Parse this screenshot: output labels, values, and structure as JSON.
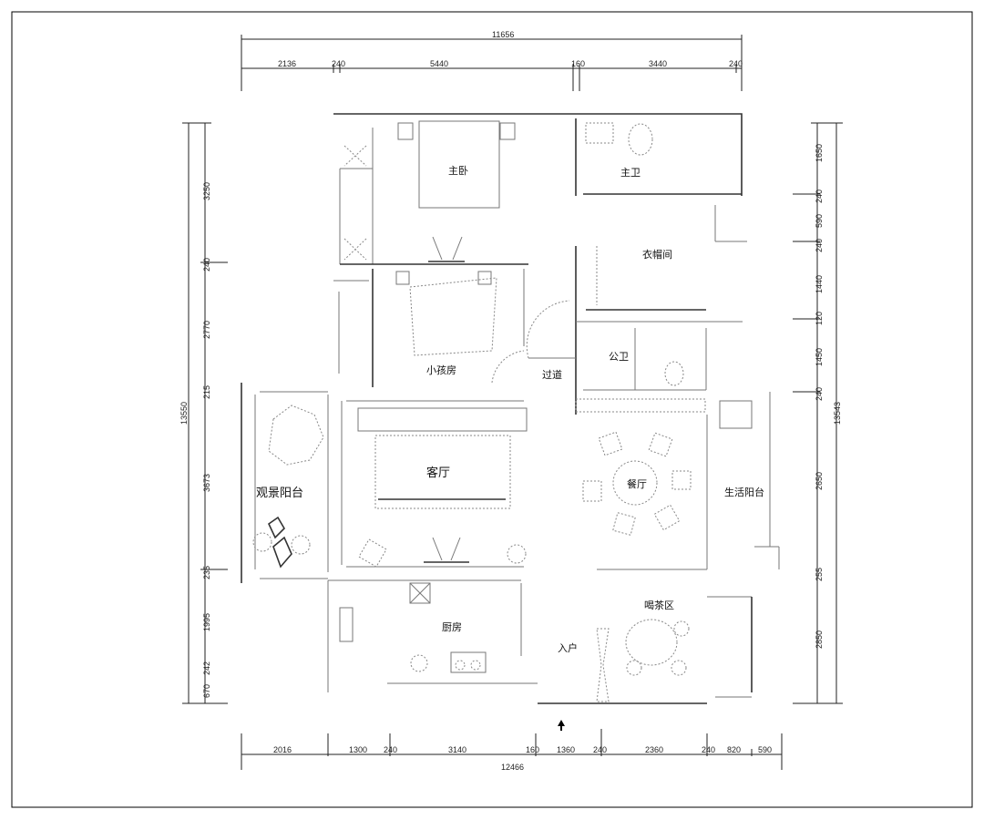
{
  "plan": {
    "top_dims": {
      "overall": "11656",
      "segments": [
        "2136",
        "240",
        "5440",
        "160",
        "3440",
        "240"
      ]
    },
    "bottom_dims": {
      "overall": "12466",
      "segments": [
        "2016",
        "1300",
        "240",
        "3140",
        "160",
        "1360",
        "240",
        "2360",
        "240",
        "820",
        "590"
      ]
    },
    "left_dims": {
      "overall": "13550",
      "segments": [
        "3250",
        "240",
        "2770",
        "215",
        "3673",
        "235",
        "1995",
        "242",
        "670"
      ]
    },
    "right_dims": {
      "overall": "13543",
      "segments": [
        "1650",
        "240",
        "590",
        "240",
        "1440",
        "120",
        "1450",
        "240",
        "2650",
        "255",
        "2850"
      ]
    },
    "rooms": {
      "master_bedroom": "主卧",
      "master_bath": "主卫",
      "cloakroom": "衣帽间",
      "kids_room": "小孩房",
      "corridor": "过道",
      "public_bath": "公卫",
      "view_balcony": "观景阳台",
      "living_room": "客厅",
      "dining_room": "餐厅",
      "utility_balcony": "生活阳台",
      "kitchen": "厨房",
      "entrance": "入户",
      "tea_area": "喝茶区"
    }
  }
}
